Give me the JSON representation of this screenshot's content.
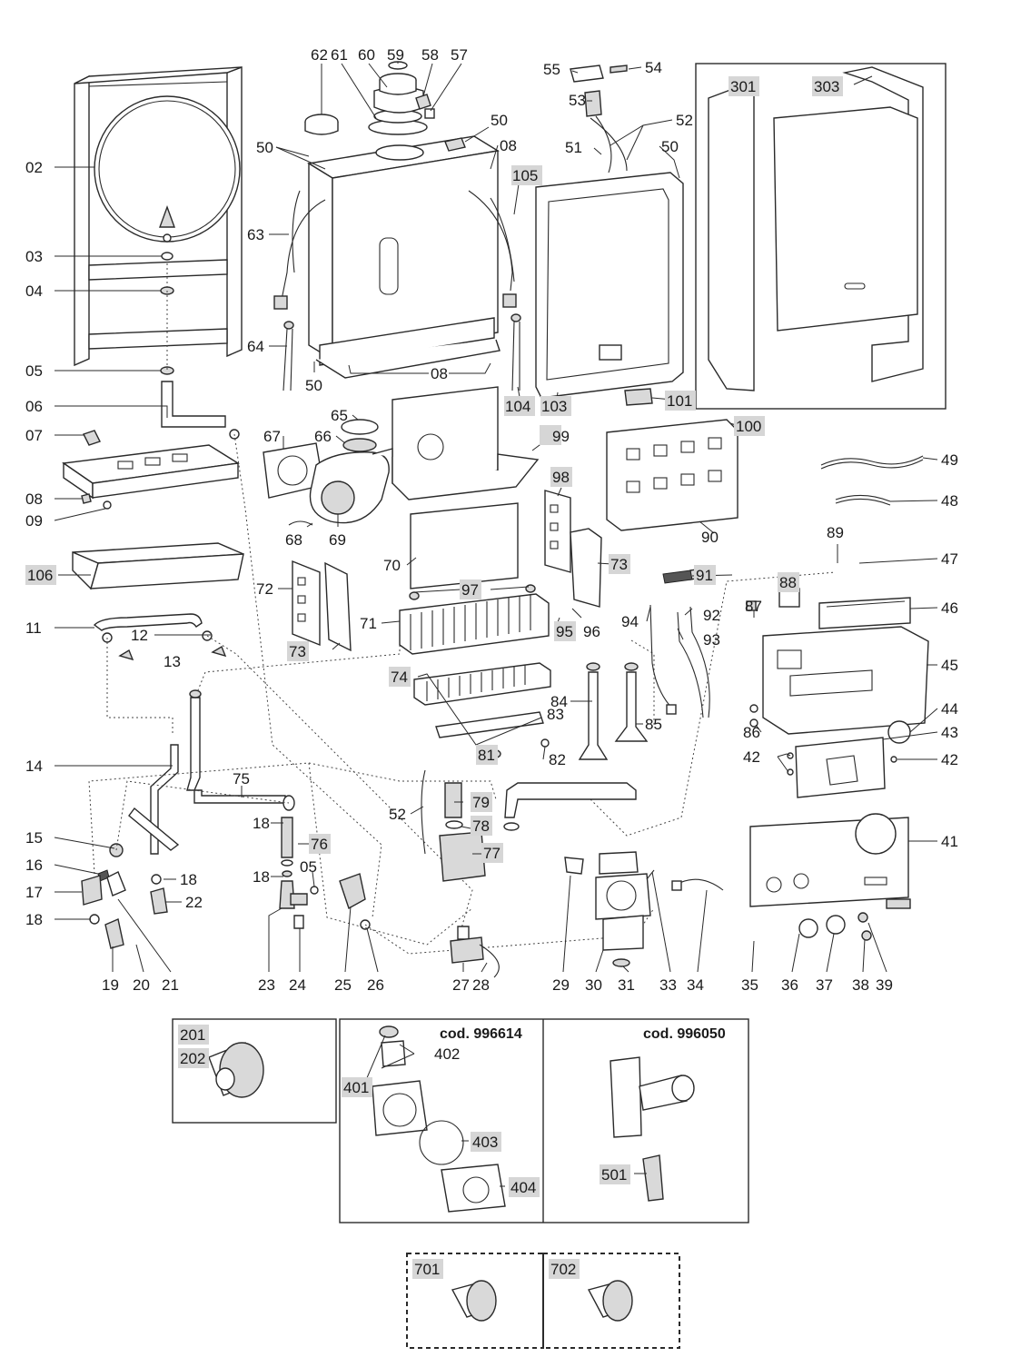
{
  "labels": {
    "l_02": "02",
    "l_03": "03",
    "l_04": "04",
    "l_05a": "05",
    "l_06": "06",
    "l_07": "07",
    "l_08a": "08",
    "l_09": "09",
    "l_106": "106",
    "l_11": "11",
    "l_12": "12",
    "l_13": "13",
    "l_14": "14",
    "l_15": "15",
    "l_16": "16",
    "l_17": "17",
    "l_18a": "18",
    "l_19": "19",
    "l_20": "20",
    "l_21": "21",
    "l_18b": "18",
    "l_22": "22",
    "l_75": "75",
    "l_18c": "18",
    "l_76": "76",
    "l_18d": "18",
    "l_05b": "05",
    "l_23": "23",
    "l_24": "24",
    "l_25": "25",
    "l_26": "26",
    "l_27": "27",
    "l_28": "28",
    "l_29": "29",
    "l_30": "30",
    "l_31": "31",
    "l_33": "33",
    "l_34": "34",
    "l_35": "35",
    "l_36": "36",
    "l_37": "37",
    "l_38": "38",
    "l_39": "39",
    "l_62": "62",
    "l_61": "61",
    "l_60": "60",
    "l_59": "59",
    "l_58": "58",
    "l_57": "57",
    "l_50a": "50",
    "l_50b": "50",
    "l_08b": "08",
    "l_63": "63",
    "l_64": "64",
    "l_50c": "50",
    "l_08c": "08",
    "l_55": "55",
    "l_54": "54",
    "l_53": "53",
    "l_52a": "52",
    "l_51": "51",
    "l_50d": "50",
    "l_105": "105",
    "l_104": "104",
    "l_103": "103",
    "l_101": "101",
    "l_301": "301",
    "l_303": "303",
    "l_65": "65",
    "l_66": "66",
    "l_67": "67",
    "l_99": "99",
    "l_68": "68",
    "l_69": "69",
    "l_70": "70",
    "l_98": "98",
    "l_73a": "73",
    "l_72": "72",
    "l_73b": "73",
    "l_97": "97",
    "l_71": "71",
    "l_95": "95",
    "l_96": "96",
    "l_74": "74",
    "l_83": "83",
    "l_81": "81",
    "l_82": "82",
    "l_52b": "52",
    "l_79": "79",
    "l_78": "78",
    "l_77": "77",
    "l_84": "84",
    "l_85": "85",
    "l_100": "100",
    "l_90": "90",
    "l_49": "49",
    "l_48": "48",
    "l_89": "89",
    "l_47": "47",
    "l_91": "91",
    "l_88": "88",
    "l_87": "87",
    "l_46": "46",
    "l_94": "94",
    "l_92": "92",
    "l_93": "93",
    "l_45": "45",
    "l_44": "44",
    "l_86": "86",
    "l_43": "43",
    "l_42a": "42",
    "l_42b": "42",
    "l_41": "41",
    "l_201": "201",
    "l_202": "202",
    "l_401": "401",
    "l_402": "402",
    "l_403": "403",
    "l_404": "404",
    "l_501": "501",
    "l_701": "701",
    "l_702": "702"
  },
  "insets": {
    "pump_code": "cod. 996614",
    "valve_code": "cod. 996050"
  },
  "colors": {
    "highlight": "#d6d6d6",
    "line": "#2a2a2a"
  }
}
